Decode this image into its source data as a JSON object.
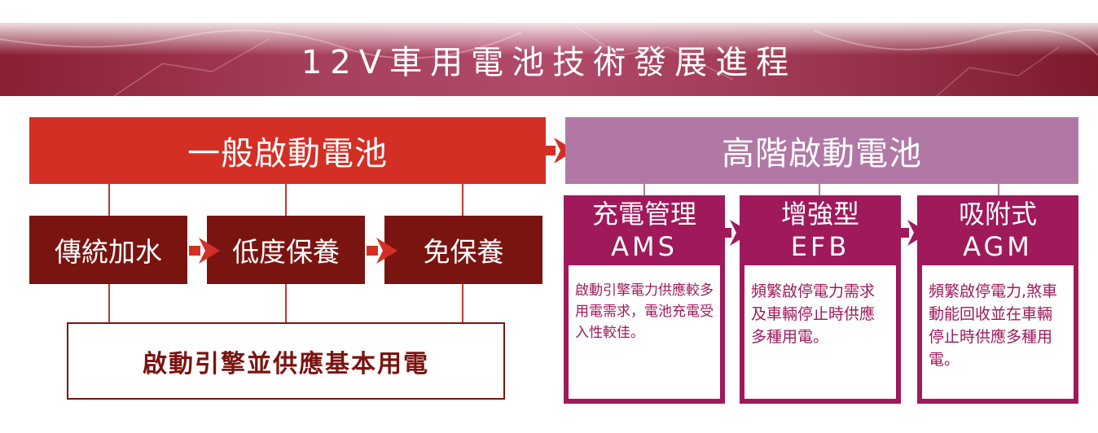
{
  "title": "12V車用電池技術發展進程",
  "general": {
    "header": "一般啟動電池",
    "stages": [
      "傳統加水",
      "低度保養",
      "免保養"
    ],
    "summary": "啟動引擎並供應基本用電"
  },
  "advanced": {
    "header": "高階啟動電池",
    "types": [
      {
        "line1": "充電管理",
        "line2": "AMS",
        "desc": "啟動引擎電力供應較多用電需求，電池充電受入性較佳。"
      },
      {
        "line1": "增強型",
        "line2": "EFB",
        "desc": "頻繁啟停電力需求及車輛停止時供應多種用電。"
      },
      {
        "line1": "吸附式",
        "line2": "AGM",
        "desc": "頻繁啟停電力,煞車動能回收並在車輛停止時供應多種用電。"
      }
    ]
  },
  "colors": {
    "red": "#d42f25",
    "dark_red": "#7a1410",
    "purple": "#b178a6",
    "magenta": "#a0195b"
  }
}
